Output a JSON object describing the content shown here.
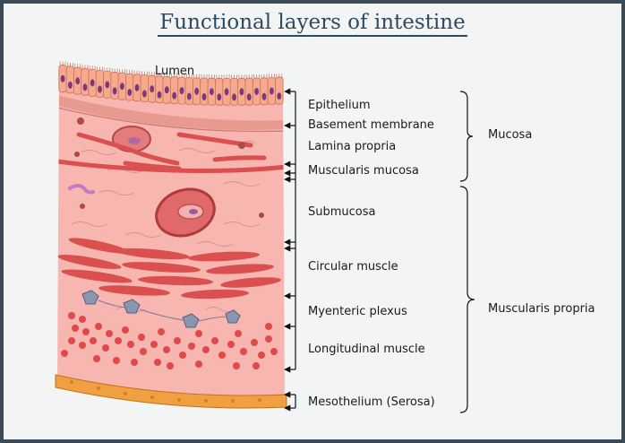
{
  "title": "Functional layers of intestine",
  "lumen_label": "Lumen",
  "layers": {
    "epithelium": "Epithelium",
    "basement_membrane": "Basement membrane",
    "lamina_propria": "Lamina propria",
    "muscularis_mucosa": "Muscularis mucosa",
    "submucosa": "Submucosa",
    "circular_muscle": "Circular muscle",
    "myenteric_plexus": "Myenteric plexus",
    "longitudinal_muscle": "Longitudinal muscle",
    "mesothelium": "Mesothelium (Serosa)"
  },
  "groups": {
    "mucosa": "Mucosa",
    "muscularis_propria": "Muscularis propria"
  },
  "colors": {
    "tissue": "#f7b6b0",
    "epithelial_cell": "#f6a98c",
    "nucleus": "#7a3a7a",
    "muscle": "#d9504f",
    "serosa": "#f0a040",
    "title": "#2d4a63"
  }
}
